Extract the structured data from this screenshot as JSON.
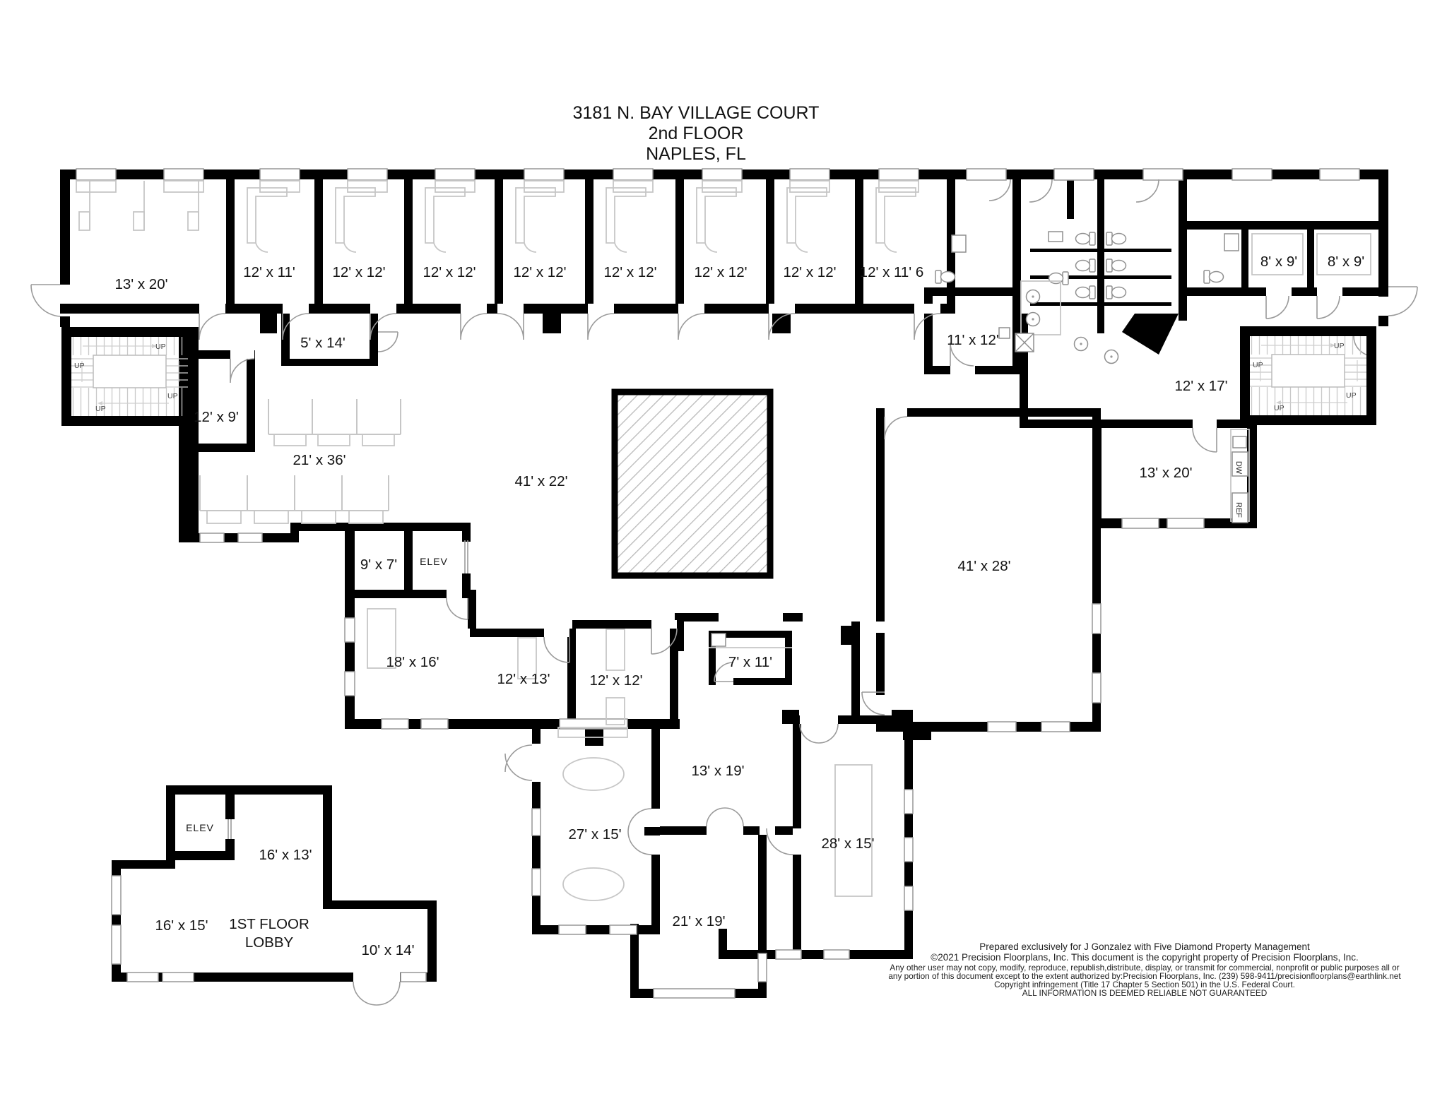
{
  "title": {
    "line1": "3181 N. BAY VILLAGE COURT",
    "line2": "2nd FLOOR",
    "line3": "NAPLES, FL"
  },
  "labels": {
    "up": "UP",
    "elev": "ELEV",
    "dw": "DW",
    "ref": "REF",
    "lobby_line1": "1ST FLOOR",
    "lobby_line2": "LOBBY"
  },
  "rooms": {
    "office1": "13' x 20'",
    "office2": "12' x 11'",
    "office3": "12' x 12'",
    "office4": "12' x 12'",
    "office5": "12' x 12'",
    "office6": "12' x 12'",
    "office7": "12' x 12'",
    "office8": "12' x 12'",
    "office9": "12' x 11' 6",
    "corner1": "8' x 9'",
    "corner2": "8' x 9'",
    "bath_suite": "11' x 12'",
    "hall_small": "5' x 14'",
    "corridor_right": "12' x 17'",
    "kitchen": "13' x 20'",
    "stair_room": "12' x 9'",
    "open_office": "21' x 36'",
    "corridor_main": "41' x 22'",
    "conference_large": "41' x 28'",
    "storage": "9' x 7'",
    "office_mid": "18' x 16'",
    "office_mid2": "12' x 13'",
    "office_mid3": "12' x 12'",
    "utility": "7' x 11'",
    "corridor_lower": "13' x 19'",
    "meeting1": "27' x 15'",
    "meeting2": "21' x 19'",
    "meeting3": "28' x 15'",
    "lobby_room1": "16' x 13'",
    "lobby_room2": "16' x 15'",
    "lobby_room3": "10' x 14'"
  },
  "copyright": {
    "lines": [
      "Prepared exclusively for J Gonzalez with Five Diamond Property Management",
      "©2021 Precision Floorplans, Inc.  This document is the copyright property of Precision Floorplans, Inc.",
      "Any other user may not copy, modify, reproduce, republish,distribute, display, or transmit for commercial, nonprofit or public purposes all or",
      "any portion of this document except to the extent authorized by:Precision Floorplans, Inc. (239) 598-9411/precisionfloorplans@earthlink.net",
      "Copyright infringement (Title 17 Chapter 5 Section 501) in the U.S. Federal Court.",
      "ALL INFORMATION IS DEEMED RELIABLE NOT GUARANTEED"
    ]
  }
}
